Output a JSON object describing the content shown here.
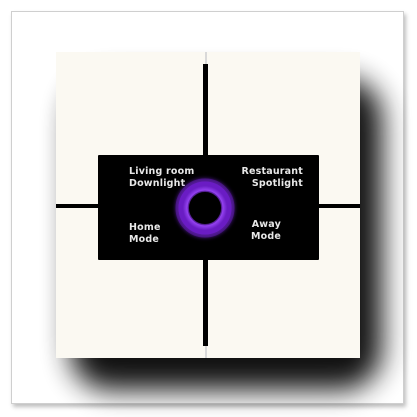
{
  "panel": {
    "buttons": [
      {
        "line1": "Living room",
        "line2": "Downlight"
      },
      {
        "line1": "Restaurant",
        "line2": "Spotlight"
      },
      {
        "line1": "Home",
        "line2": "Mode"
      },
      {
        "line1": "Away",
        "line2": "Mode"
      }
    ],
    "ring_icon": "glow-ring-icon",
    "colors": {
      "panel_surface": "#fbf9f2",
      "display_background": "#000000",
      "ring_accent": "#9a3cf0",
      "label_text": "#e8e8e8"
    }
  }
}
